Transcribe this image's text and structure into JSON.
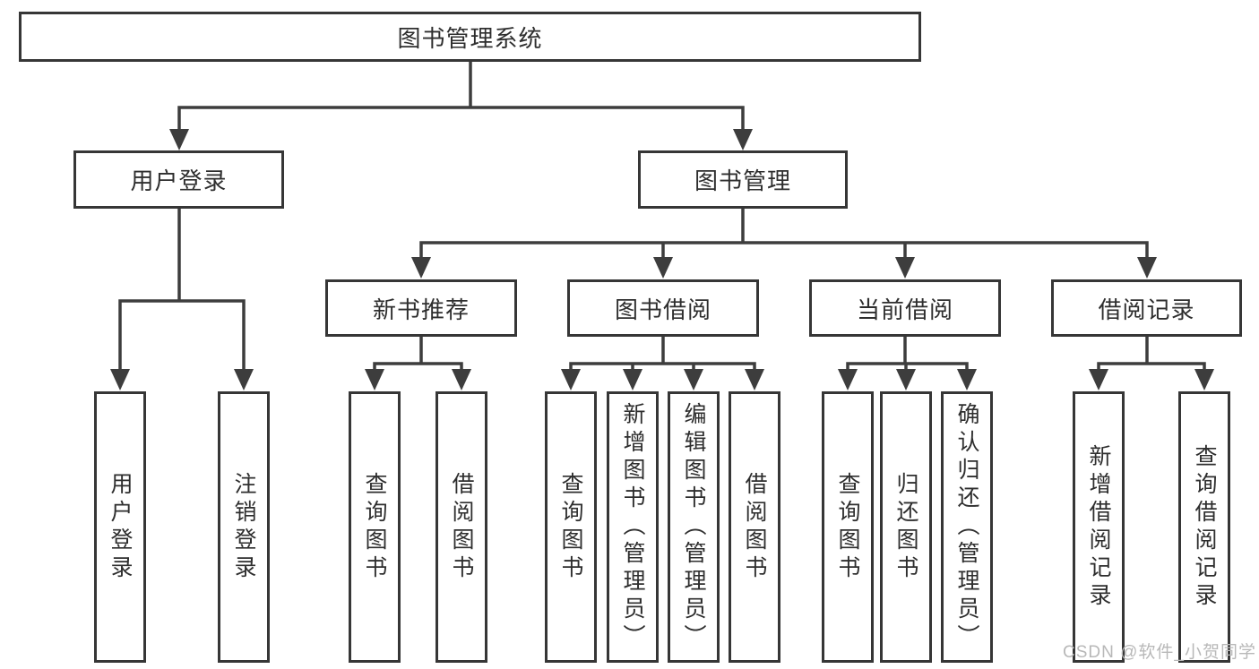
{
  "diagram": {
    "root": {
      "label": "图书管理系统"
    },
    "branches": [
      {
        "label": "用户登录",
        "leaves": [
          "用户登录",
          "注销登录"
        ]
      },
      {
        "label": "图书管理",
        "groups": [
          {
            "label": "新书推荐",
            "leaves": [
              "查询图书",
              "借阅图书"
            ]
          },
          {
            "label": "图书借阅",
            "leaves": [
              "查询图书",
              "新增图书（管理员）",
              "编辑图书（管理员）",
              "借阅图书"
            ]
          },
          {
            "label": "当前借阅",
            "leaves": [
              "查询图书",
              "归还图书",
              "确认归还（管理员）"
            ]
          },
          {
            "label": "借阅记录",
            "leaves": [
              "新增借阅记录",
              "查询借阅记录"
            ]
          }
        ]
      }
    ]
  },
  "watermark": {
    "text": "CSDN @软件_小贺同学",
    "color": "#b8b8b8"
  },
  "colors": {
    "line": "#3d3d3d",
    "box_border": "#363636",
    "text": "#2e2e2e",
    "background": "#ffffff"
  }
}
